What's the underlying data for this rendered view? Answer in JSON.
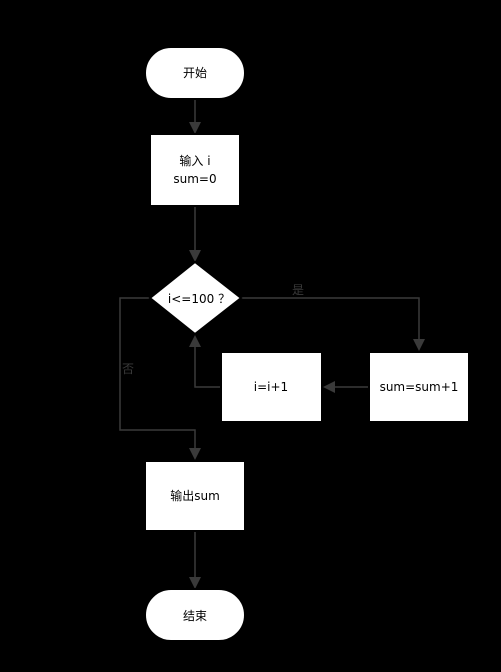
{
  "diagram": {
    "nodes": {
      "start": "开始",
      "input_line1": "输入  i",
      "input_line2": "sum=0",
      "condition": "i<=100 ？",
      "increment": "i=i+1",
      "accumulate": "sum=sum+1",
      "output": "输出sum",
      "end": "结束"
    },
    "edges": {
      "yes": "是",
      "no": "否"
    }
  }
}
